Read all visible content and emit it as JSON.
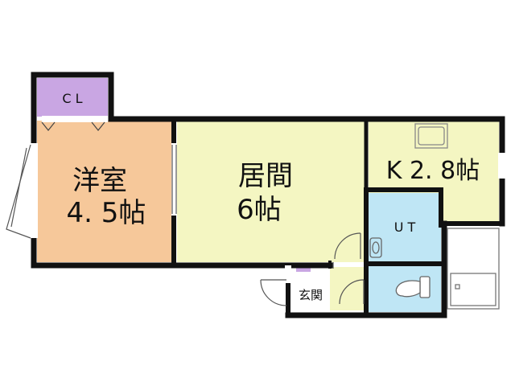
{
  "rooms": {
    "cl": {
      "label": "C L",
      "color": "#c9a6e3"
    },
    "western": {
      "line1": "洋室",
      "line2": "4. 5帖",
      "color": "#f6c89a"
    },
    "living": {
      "line1": "居間",
      "line2": "6帖",
      "color": "#f4f6c2"
    },
    "kitchen": {
      "label": "K 2. 8帖",
      "color": "#f4f6c2"
    },
    "ut": {
      "label": "U T",
      "color": "#bfe6f5"
    },
    "entrance": {
      "label": "玄関",
      "color": "#ffffff"
    },
    "toilet": {
      "color": "#bfe6f5"
    },
    "entrance_floor": {
      "color": "#f4f6c2"
    }
  },
  "colors": {
    "wall": "#111111",
    "fixture": "#9a9a9a"
  }
}
